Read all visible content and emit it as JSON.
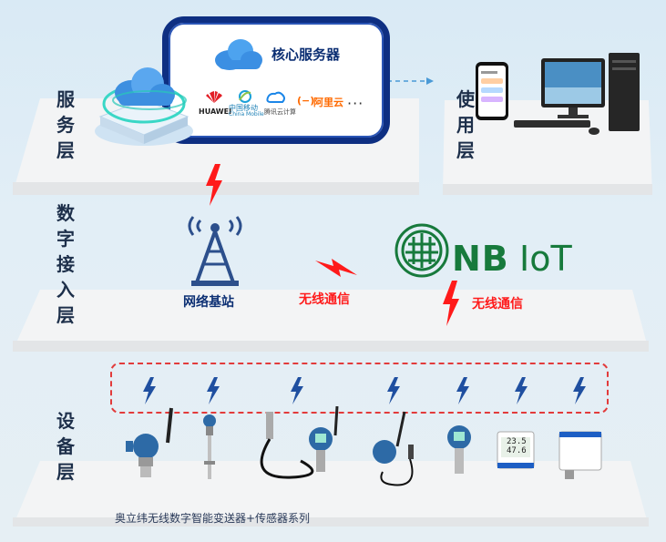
{
  "layers": {
    "service": "服务层",
    "usage": "使用层",
    "access": "数字接入层",
    "device": "设备层"
  },
  "core_server": {
    "title": "核心服务器",
    "providers": [
      "HUAWEI",
      "中国移动",
      "China Mobile",
      "腾讯云计算",
      "阿里云"
    ],
    "more": "···"
  },
  "access": {
    "base_station": "网络基站",
    "wireless1": "无线通信",
    "wireless2": "无线通信",
    "nb": "NB",
    "iot": "IoT"
  },
  "sensor_display": {
    "temp": "23.5",
    "hum": "47.6"
  },
  "caption": "奥立纬无线数字智能变送器+传感器系列",
  "colors": {
    "navy": "#0e2f82",
    "red": "#ff1a1a",
    "green": "#177a3c"
  }
}
